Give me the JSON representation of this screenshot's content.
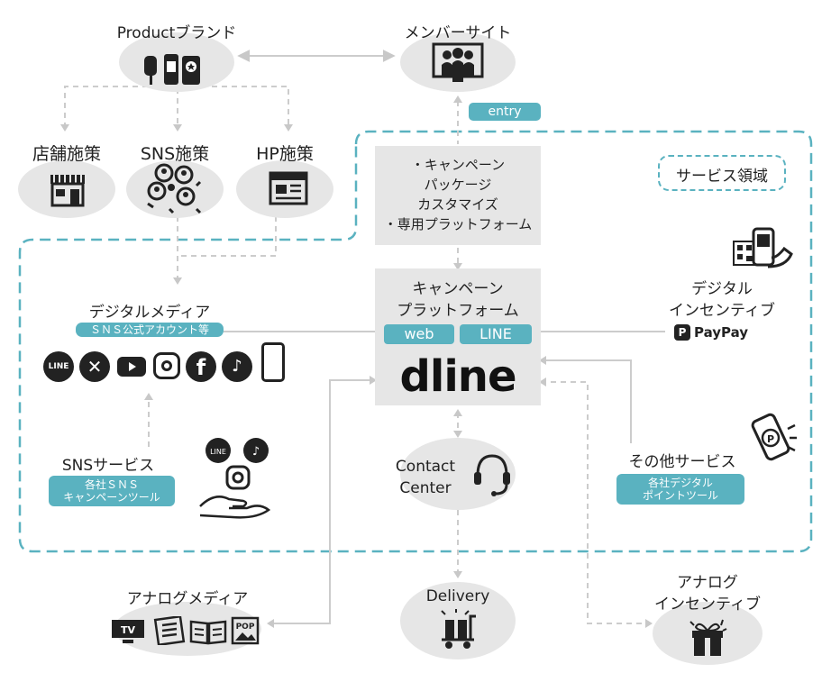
{
  "nodes": {
    "product_brand": "Productブランド",
    "member_site": "メンバーサイト",
    "store": "店舗施策",
    "sns": "SNS施策",
    "hp": "HP施策",
    "entry": "entry",
    "customize_lines": [
      "・キャンペーン",
      "パッケージ",
      "カスタマイズ",
      "・専用プラットフォーム"
    ],
    "service_area": "サービス領域",
    "platform_title_1": "キャンペーン",
    "platform_title_2": "プラットフォーム",
    "web_tag": "web",
    "line_tag": "LINE",
    "dline_logo": "dline",
    "digital_media": "デジタルメディア",
    "sns_official": "ＳＮＳ公式アカウント等",
    "digital_incentive_1": "デジタル",
    "digital_incentive_2": "インセンティブ",
    "paypay": "PayPay",
    "sns_service": "SNSサービス",
    "sns_service_pill_1": "各社ＳＮＳ",
    "sns_service_pill_2": "キャンペーンツール",
    "contact_1": "Contact",
    "contact_2": "Center",
    "other_service": "その他サービス",
    "other_pill_1": "各社デジタル",
    "other_pill_2": "ポイントツール",
    "analog_media": "アナログメディア",
    "delivery": "Delivery",
    "analog_incentive_1": "アナログ",
    "analog_incentive_2": "インセンティブ",
    "tv": "TV",
    "pop": "POP"
  },
  "colors": {
    "teal": "#5ab2c0",
    "gray_fill": "#e6e6e6",
    "connector": "#cccccc",
    "icon": "#222222"
  },
  "icons": [
    "line-icon",
    "x-icon",
    "youtube-icon",
    "instagram-icon",
    "facebook-icon",
    "tiktok-icon",
    "smartphone-icon"
  ]
}
